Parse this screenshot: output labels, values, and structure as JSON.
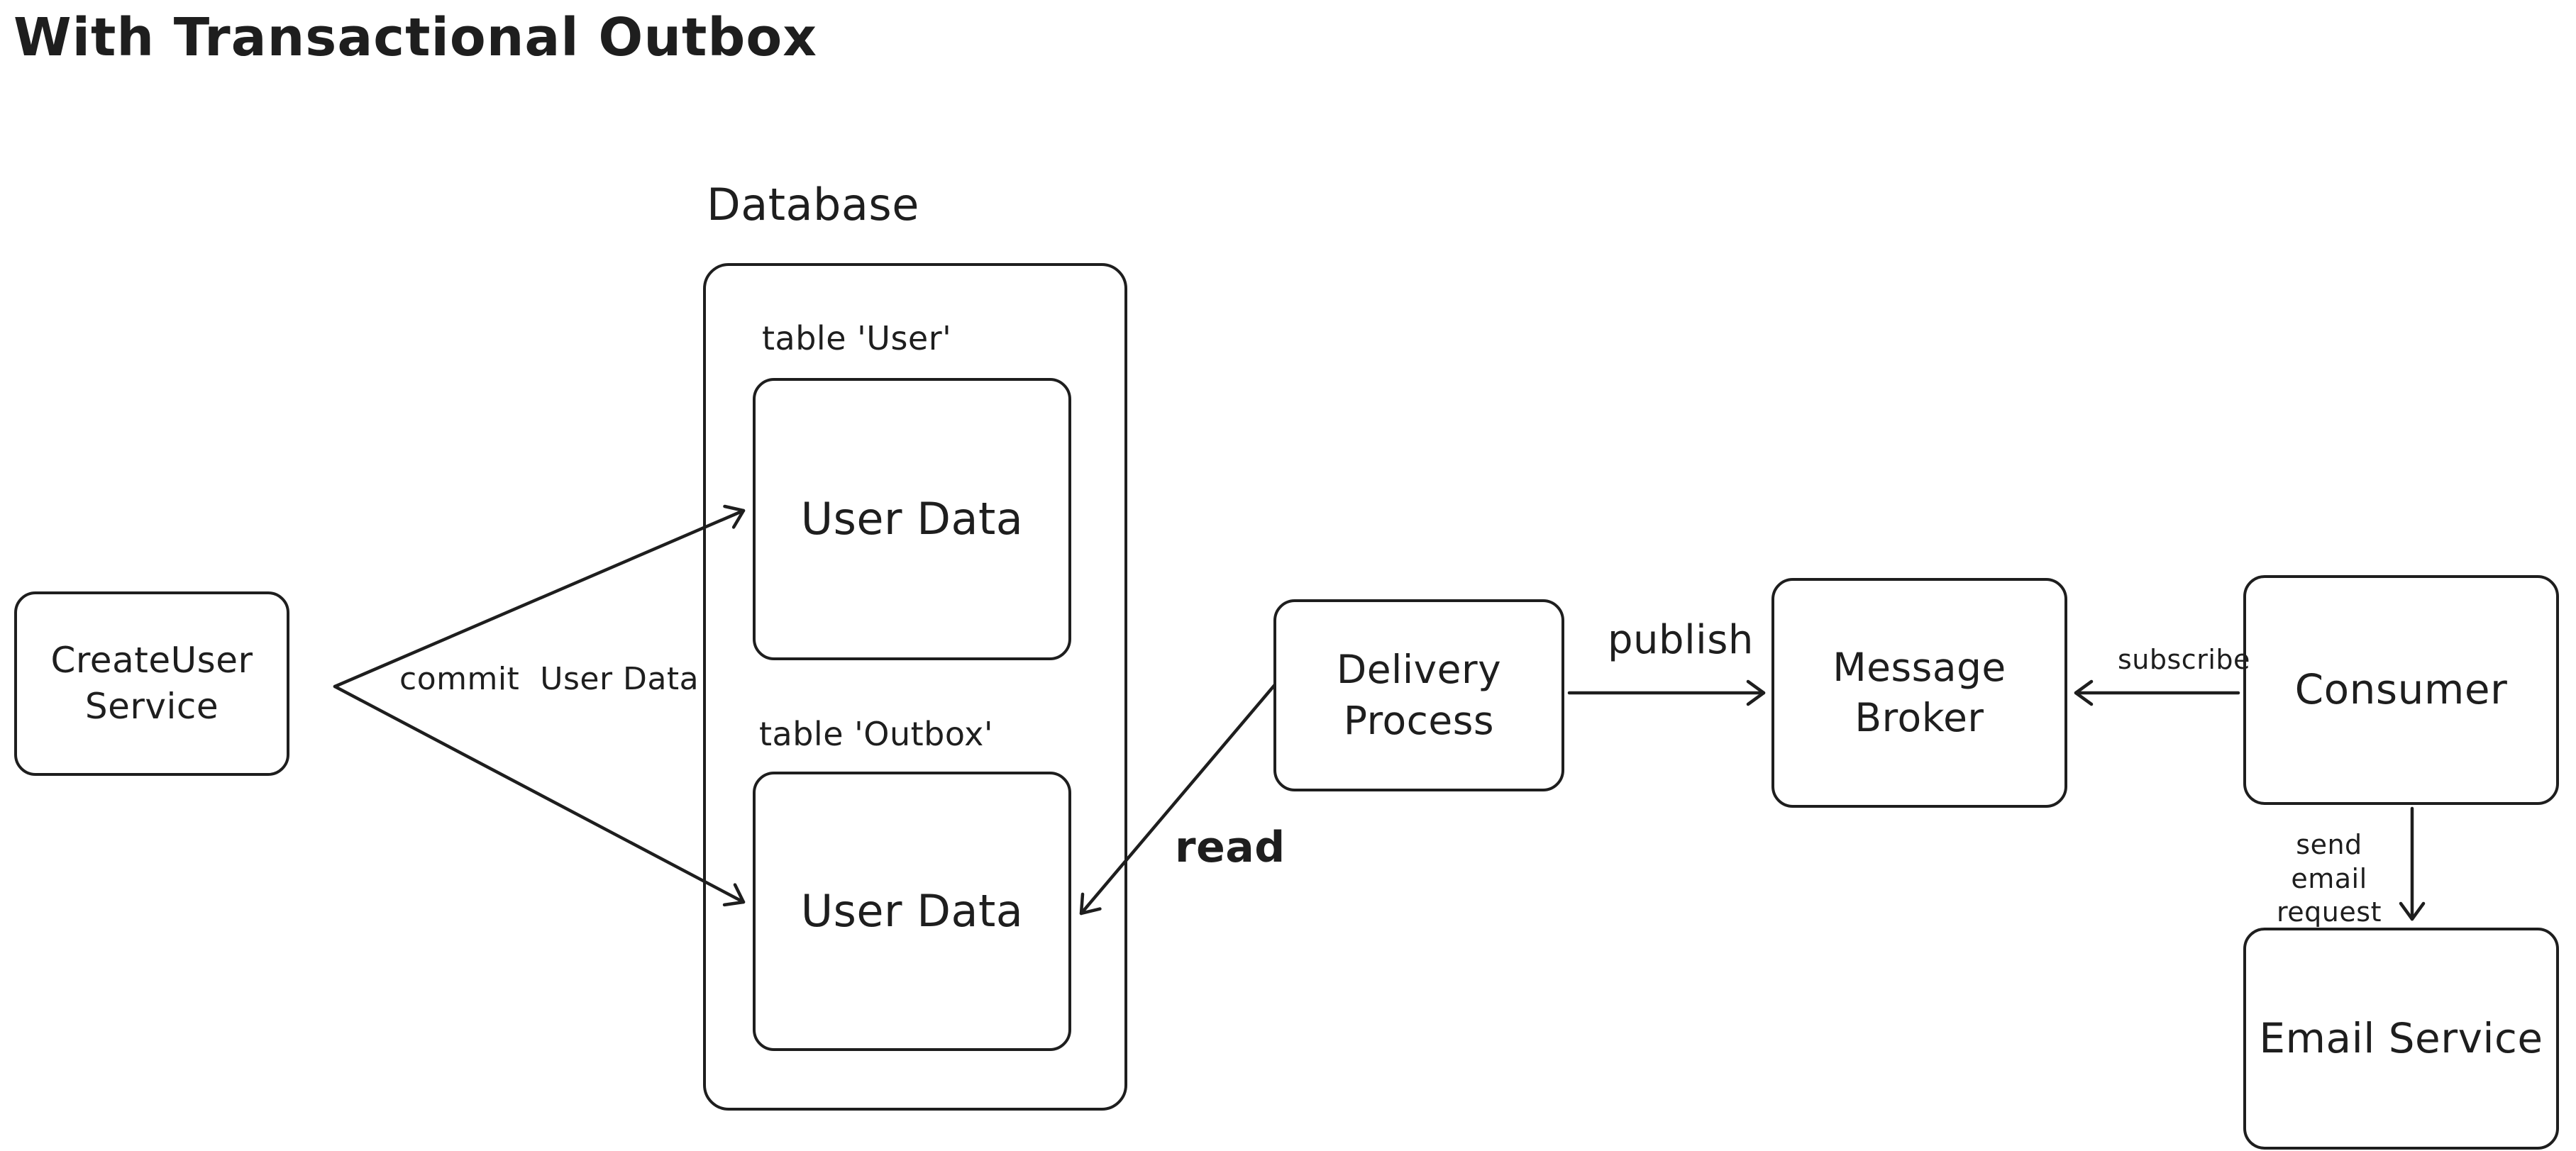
{
  "title": "With Transactional Outbox",
  "colors": {
    "stroke": "#1e1e1e",
    "background": "#ffffff"
  },
  "nodes": {
    "create_user_service": "CreateUser\nService",
    "delivery_process": "Delivery\nProcess",
    "message_broker": "Message\nBroker",
    "consumer": "Consumer",
    "email_service": "Email Service"
  },
  "database": {
    "label": "Database",
    "user_table_caption": "table 'User'",
    "user_table_content": "User Data",
    "outbox_table_caption": "table 'Outbox'",
    "outbox_table_content": "User Data"
  },
  "edges": {
    "commit": "commit  User Data",
    "publish": "publish",
    "read": "read",
    "subscribe": "subscribe",
    "send_email": "send email\nrequest"
  }
}
